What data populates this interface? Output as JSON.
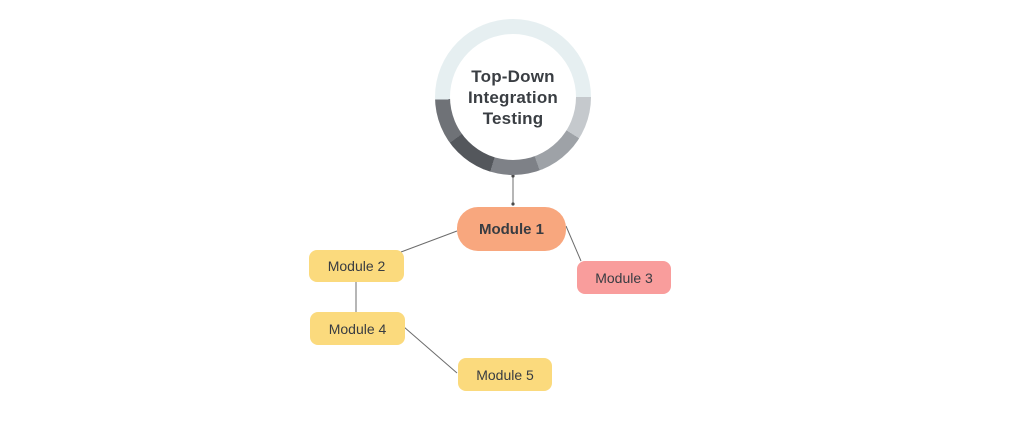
{
  "diagram": {
    "center_node": {
      "title_lines": [
        "Top-Down",
        "Integration",
        "Testing"
      ],
      "ring_colors": {
        "pale": "#E6EFF1",
        "light": "#C5C9CD",
        "medium_light": "#9EA2A7",
        "medium": "#7E8187",
        "dark": "#54575C",
        "medium_dark": "#6F7277"
      }
    },
    "nodes": [
      {
        "id": "module-1",
        "label": "Module 1",
        "color": "#F8A77E",
        "emphasis": "bold"
      },
      {
        "id": "module-2",
        "label": "Module 2",
        "color": "#FBDA7D",
        "emphasis": "regular"
      },
      {
        "id": "module-3",
        "label": "Module 3",
        "color": "#F99D9C",
        "emphasis": "regular"
      },
      {
        "id": "module-4",
        "label": "Module 4",
        "color": "#FBDA7D",
        "emphasis": "regular"
      },
      {
        "id": "module-5",
        "label": "Module 5",
        "color": "#FBDA7D",
        "emphasis": "regular"
      }
    ],
    "edges": [
      {
        "from": "hub",
        "to": "module-1"
      },
      {
        "from": "module-1",
        "to": "module-2"
      },
      {
        "from": "module-1",
        "to": "module-3"
      },
      {
        "from": "module-2",
        "to": "module-4"
      },
      {
        "from": "module-4",
        "to": "module-5"
      }
    ],
    "colors": {
      "background": "#FFFFFF",
      "text": "#383C42",
      "connector": "#6C6C6C"
    }
  }
}
